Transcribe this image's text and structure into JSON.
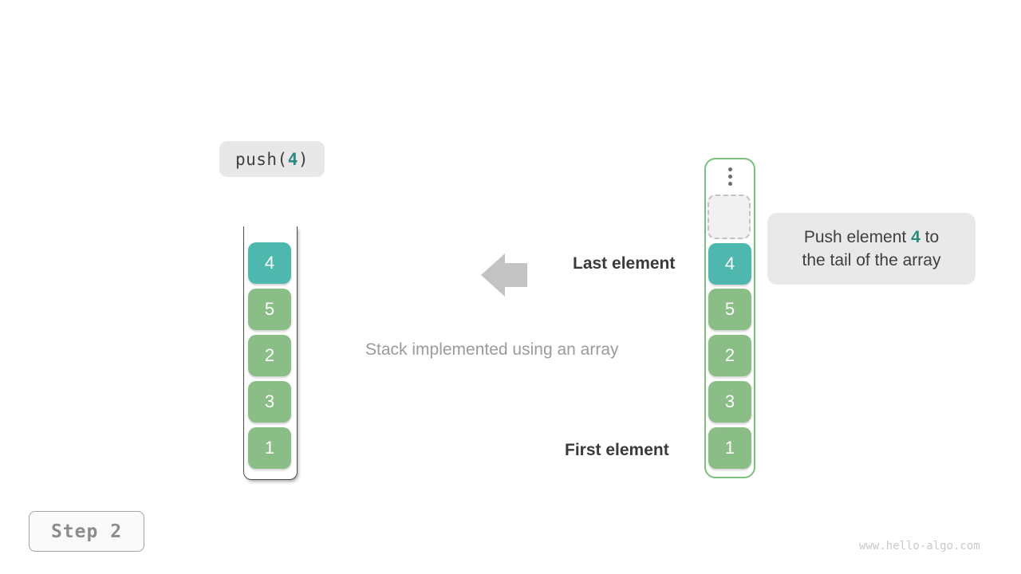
{
  "operation": {
    "prefix": "push(",
    "arg": "4",
    "suffix": ")"
  },
  "left_stack": {
    "cells": [
      {
        "value": "4",
        "state": "new"
      },
      {
        "value": "5",
        "state": "existing"
      },
      {
        "value": "2",
        "state": "existing"
      },
      {
        "value": "3",
        "state": "existing"
      },
      {
        "value": "1",
        "state": "existing"
      }
    ]
  },
  "right_array": {
    "cells": [
      {
        "value": "4",
        "state": "new"
      },
      {
        "value": "5",
        "state": "existing"
      },
      {
        "value": "2",
        "state": "existing"
      },
      {
        "value": "3",
        "state": "existing"
      },
      {
        "value": "1",
        "state": "existing"
      }
    ]
  },
  "labels": {
    "last_element": "Last element",
    "first_element": "First element",
    "caption": "Stack implemented using an array"
  },
  "tooltip": {
    "line1_pre": "Push element ",
    "line1_value": "4",
    "line1_post": " to",
    "line2": "the tail of the array"
  },
  "step": {
    "label": "Step 2"
  },
  "watermark": "www.hello-algo.com",
  "icons": {
    "arrow": "left-arrow-icon",
    "ellipsis": "vertical-ellipsis-icon"
  },
  "colors": {
    "teal_cell": "#4eb8ae",
    "teal_text": "#2b8a7d",
    "green_cell": "#8abe86",
    "green_border": "#7cc07c",
    "badge_bg": "#e9e9e9",
    "arrow_gray": "#c3c3c3",
    "dark_text": "#3a3a3a",
    "muted_text": "#9b9b9b",
    "tube_border": "#4d4d4d"
  }
}
